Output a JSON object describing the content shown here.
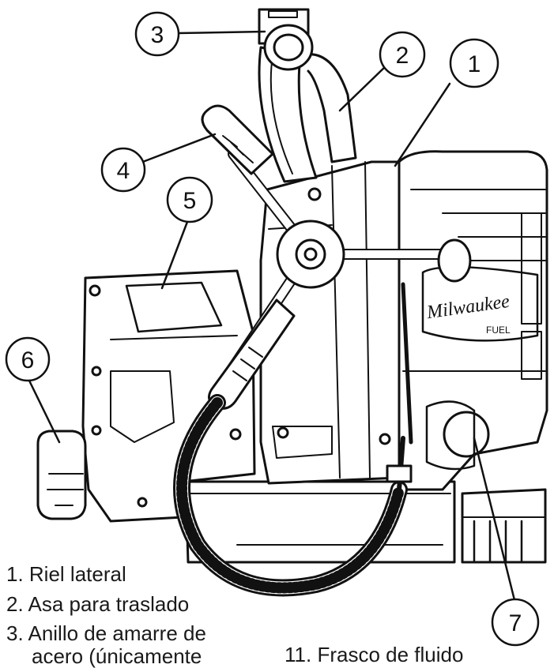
{
  "callouts": [
    {
      "number": "1"
    },
    {
      "number": "2"
    },
    {
      "number": "3"
    },
    {
      "number": "4"
    },
    {
      "number": "5"
    },
    {
      "number": "6"
    },
    {
      "number": "7"
    }
  ],
  "brand": {
    "logo_text": "Milwaukee",
    "sub_text": "FUEL"
  },
  "legend": {
    "items": [
      "1. Riel lateral",
      "2. Asa para traslado",
      "3. Anillo de amarre de",
      "acero (únicamente"
    ],
    "extra": "11. Frasco de fluido"
  }
}
